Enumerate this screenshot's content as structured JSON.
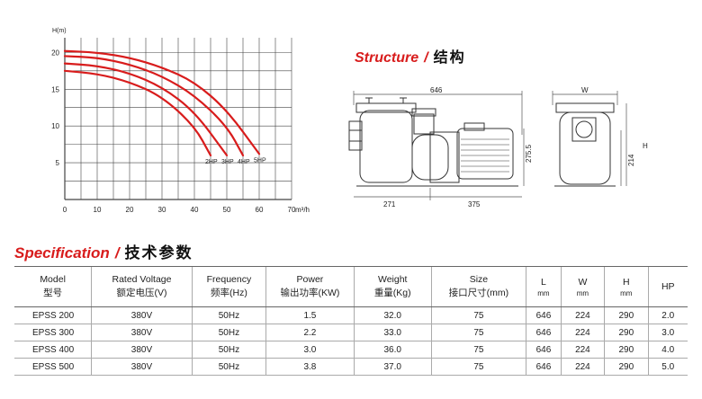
{
  "chart_data": {
    "type": "line",
    "ylabel": "H(m)",
    "xlabel": "m³/h",
    "xlim": [
      0,
      70
    ],
    "ylim": [
      0,
      22
    ],
    "x_ticks": [
      "0",
      "10",
      "20",
      "30",
      "40",
      "50",
      "60",
      "70"
    ],
    "y_ticks": [
      "5",
      "10",
      "15",
      "20"
    ],
    "grid": true,
    "series": [
      {
        "name": "2HP",
        "points": [
          [
            0,
            17.5
          ],
          [
            10,
            17.1
          ],
          [
            20,
            16
          ],
          [
            30,
            14
          ],
          [
            40,
            10
          ],
          [
            45,
            6
          ]
        ]
      },
      {
        "name": "3HP",
        "points": [
          [
            0,
            18.5
          ],
          [
            10,
            18.2
          ],
          [
            20,
            17.2
          ],
          [
            30,
            15.3
          ],
          [
            40,
            12
          ],
          [
            50,
            6
          ]
        ]
      },
      {
        "name": "4HP",
        "points": [
          [
            0,
            19.5
          ],
          [
            10,
            19.3
          ],
          [
            20,
            18.4
          ],
          [
            30,
            16.8
          ],
          [
            40,
            14.2
          ],
          [
            50,
            10
          ],
          [
            55,
            6
          ]
        ]
      },
      {
        "name": "5HP",
        "points": [
          [
            0,
            20.2
          ],
          [
            10,
            20
          ],
          [
            20,
            19.3
          ],
          [
            30,
            18
          ],
          [
            40,
            16
          ],
          [
            50,
            12.2
          ],
          [
            60,
            6.2
          ]
        ]
      }
    ],
    "colors": {
      "curve": "#d81c1c",
      "grid": "#444444"
    }
  },
  "structure": {
    "title": "Structure",
    "separator": "/",
    "title_cn": "结构",
    "dims": {
      "L": "646",
      "left_width": "271",
      "right_width": "375",
      "height": "275.5",
      "W": "W",
      "H": "H",
      "base_height": "214"
    }
  },
  "specification": {
    "title": "Specification",
    "separator": "/",
    "title_cn": "技术参数",
    "headers": [
      {
        "en": "Model",
        "cn": "型号"
      },
      {
        "en": "Rated Voltage",
        "cn": "额定电压(V)"
      },
      {
        "en": "Frequency",
        "cn": "频率(Hz)"
      },
      {
        "en": "Power",
        "cn": "输出功率(KW)"
      },
      {
        "en": "Weight",
        "cn": "重量(Kg)"
      },
      {
        "en": "Size",
        "cn": "接口尺寸(mm)"
      },
      {
        "en": "L",
        "cn": "mm"
      },
      {
        "en": "W",
        "cn": "mm"
      },
      {
        "en": "H",
        "cn": "mm"
      },
      {
        "en": "HP",
        "cn": ""
      }
    ],
    "rows": [
      [
        "EPSS 200",
        "380V",
        "50Hz",
        "1.5",
        "32.0",
        "75",
        "646",
        "224",
        "290",
        "2.0"
      ],
      [
        "EPSS 300",
        "380V",
        "50Hz",
        "2.2",
        "33.0",
        "75",
        "646",
        "224",
        "290",
        "3.0"
      ],
      [
        "EPSS 400",
        "380V",
        "50Hz",
        "3.0",
        "36.0",
        "75",
        "646",
        "224",
        "290",
        "4.0"
      ],
      [
        "EPSS 500",
        "380V",
        "50Hz",
        "3.8",
        "37.0",
        "75",
        "646",
        "224",
        "290",
        "5.0"
      ]
    ]
  }
}
